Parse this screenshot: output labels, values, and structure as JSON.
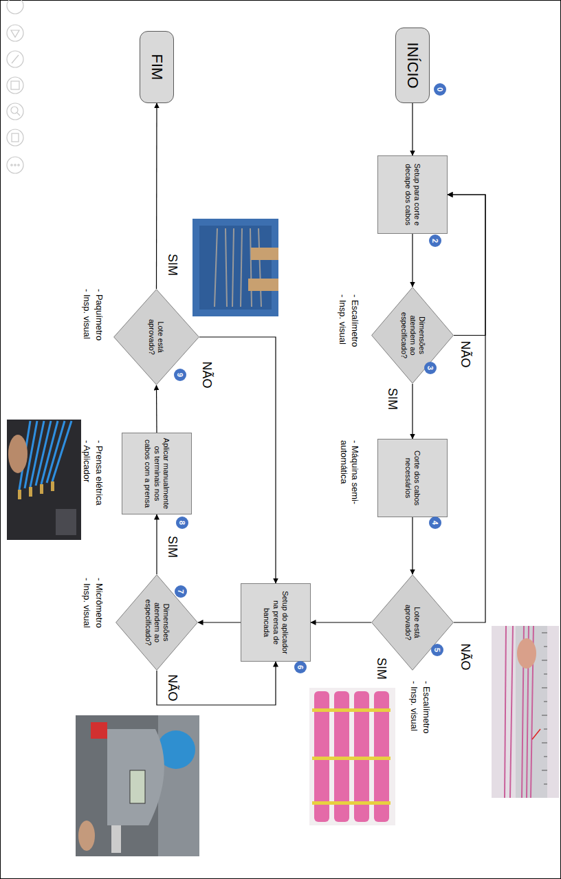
{
  "diagram": {
    "nodes": [
      {
        "text": [
          "INÍCIO"
        ]
      },
      {
        "text": [
          "Setup para corte e decape dos cabos"
        ]
      },
      {
        "text": [
          "Dimensões atendem ao especificado?"
        ]
      },
      {
        "text": [
          "Corte dos cabos necessários"
        ]
      },
      {
        "text": [
          "Lote está aprovado?"
        ]
      },
      {
        "text": [
          "Setup do aplicador na prensa de bancada"
        ]
      },
      {
        "text": [
          "Dimensões atendem ao especificado?"
        ]
      },
      {
        "text": [
          "Aplicar manualmente os terminais nos cabos com a prensa"
        ]
      },
      {
        "text": [
          "Lote está aprovado?"
        ]
      },
      {
        "text": [
          "FIM"
        ]
      }
    ],
    "edges": [
      {
        "from": 0,
        "to": 1,
        "arrow": "to"
      },
      {
        "from": 1,
        "to": 2,
        "arrow": "to"
      },
      {
        "from": 2,
        "to": 1,
        "arrow": "to",
        "label": "NÃO"
      },
      {
        "from": 2,
        "to": 3,
        "arrow": "to",
        "label": "SIM"
      },
      {
        "from": 3,
        "to": 4,
        "arrow": "to"
      },
      {
        "from": 4,
        "to": 1,
        "arrow": "to",
        "label": "NÃO"
      },
      {
        "from": 4,
        "to": 5,
        "arrow": "to",
        "label": "SIM"
      },
      {
        "from": 5,
        "to": 6,
        "arrow": "to"
      },
      {
        "from": 6,
        "to": 5,
        "arrow": "to",
        "label": "NÃO"
      },
      {
        "from": 6,
        "to": 7,
        "arrow": "to",
        "label": "SIM"
      },
      {
        "from": 7,
        "to": 8,
        "arrow": "to"
      },
      {
        "from": 8,
        "to": 5,
        "arrow": "to",
        "label": "NÃO"
      },
      {
        "from": 8,
        "to": 9,
        "arrow": "to",
        "label": "SIM"
      }
    ],
    "labels": [
      "0",
      "2",
      "3",
      "- Escalímetro",
      "- Insp. visual",
      "4",
      "- Máquina semi-automática",
      "5",
      "- Escalímetro",
      "- Insp. visual",
      "6",
      "7",
      "- Micrômetro",
      "- Insp. visual",
      "8",
      "- Prensa elétrica",
      "- Aplicador",
      "9",
      "- Paquímetro",
      "- Insp. visual"
    ]
  }
}
